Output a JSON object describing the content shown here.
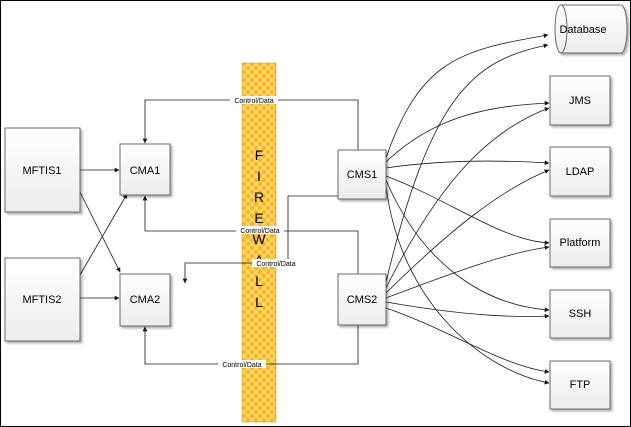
{
  "colors": {
    "firewall_fill": "#f5b828",
    "firewall_hatch": "#ffe080",
    "node_border": "#6b6b6b",
    "edge": "#1a1a1a"
  },
  "nodes": {
    "mftis1": "MFTIS1",
    "mftis2": "MFTIS2",
    "cma1": "CMA1",
    "cma2": "CMA2",
    "cms1": "CMS1",
    "cms2": "CMS2",
    "database": "Database",
    "jms": "JMS",
    "ldap": "LDAP",
    "platform": "Platform",
    "ssh": "SSH",
    "ftp": "FTP"
  },
  "firewall_letters": [
    "F",
    "I",
    "R",
    "E",
    "W",
    "A",
    "L",
    "L"
  ],
  "edge_labels": {
    "top": "Control/Data",
    "mid1": "Control/Data",
    "mid2": "Control/Data",
    "bottom": "Control/Data"
  }
}
